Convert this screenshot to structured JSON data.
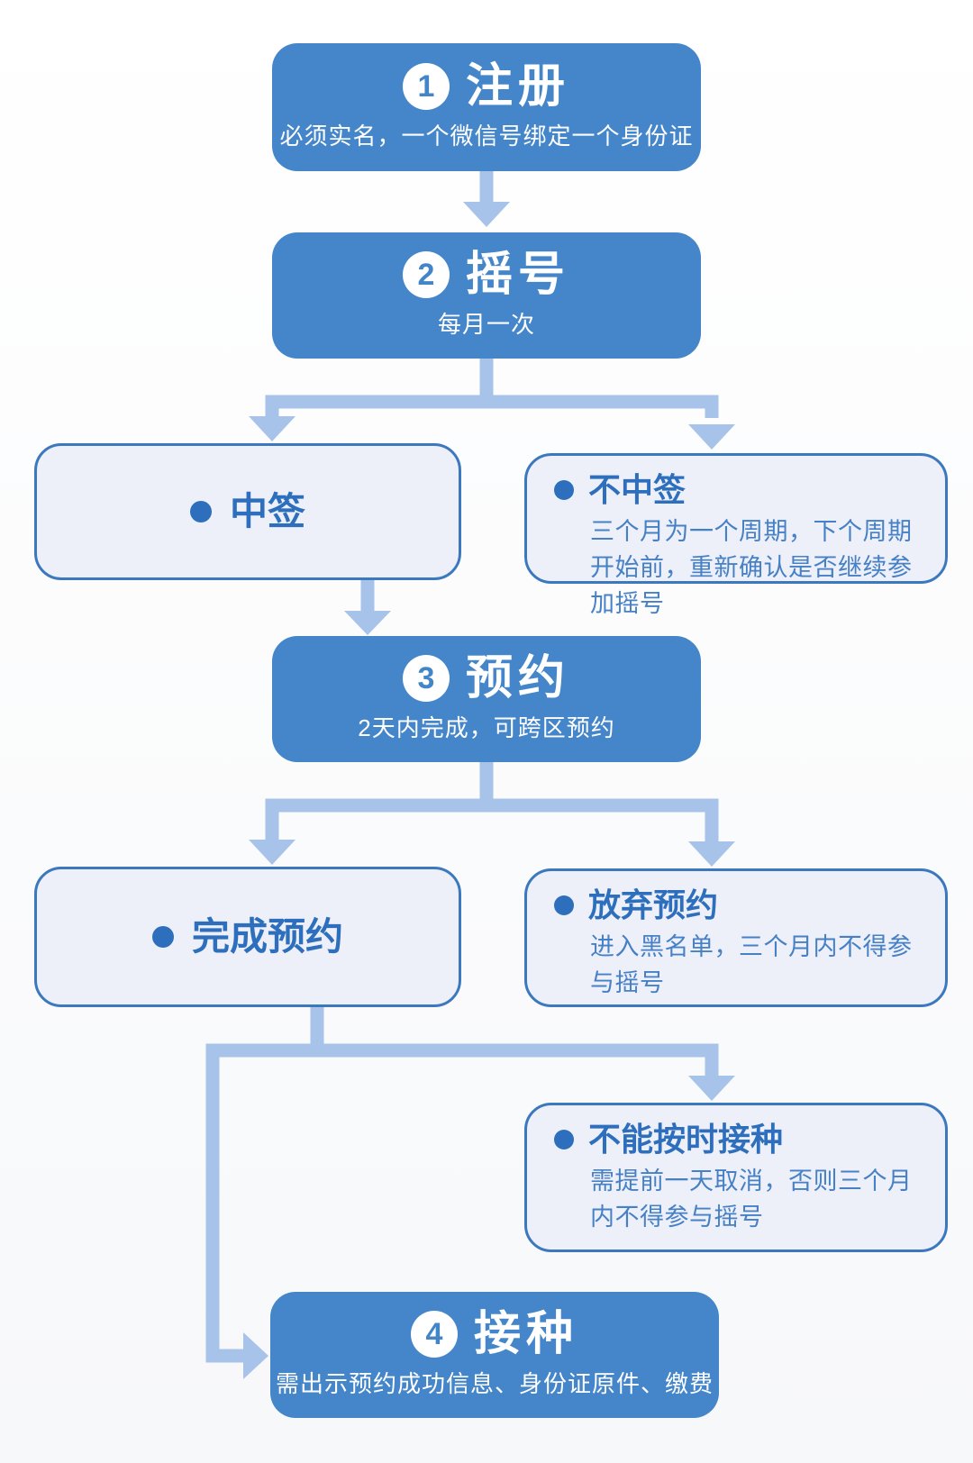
{
  "page": {
    "background_top": "#ffffff",
    "background_bottom": "#f7f8fa"
  },
  "palette": {
    "step_fill": "#4486c9",
    "step_text": "#ffffff",
    "badge_fill": "#ffffff",
    "badge_text": "#4285c8",
    "outcome_fill": "#edeff9",
    "outcome_border": "#3b78be",
    "outcome_heading": "#2d6fbc",
    "outcome_text": "#4680c5",
    "connector": "#a7c3e9"
  },
  "steps": [
    {
      "num": "1",
      "title": "注册",
      "subtitle": "必须实名，一个微信号绑定一个身份证"
    },
    {
      "num": "2",
      "title": "摇号",
      "subtitle": "每月一次"
    },
    {
      "num": "3",
      "title": "预约",
      "subtitle": "2天内完成，可跨区预约"
    },
    {
      "num": "4",
      "title": "接种",
      "subtitle": "需出示预约成功信息、身份证原件、缴费"
    }
  ],
  "outcomes": [
    {
      "label": "中签",
      "note": ""
    },
    {
      "label": "不中签",
      "note": "三个月为一个周期，下个周期开始前，重新确认是否继续参加摇号"
    },
    {
      "label": "完成预约",
      "note": ""
    },
    {
      "label": "放弃预约",
      "note": "进入黑名单，三个月内不得参与摇号"
    },
    {
      "label": "不能按时接种",
      "note": "需提前一天取消，否则三个月内不得参与摇号"
    }
  ]
}
